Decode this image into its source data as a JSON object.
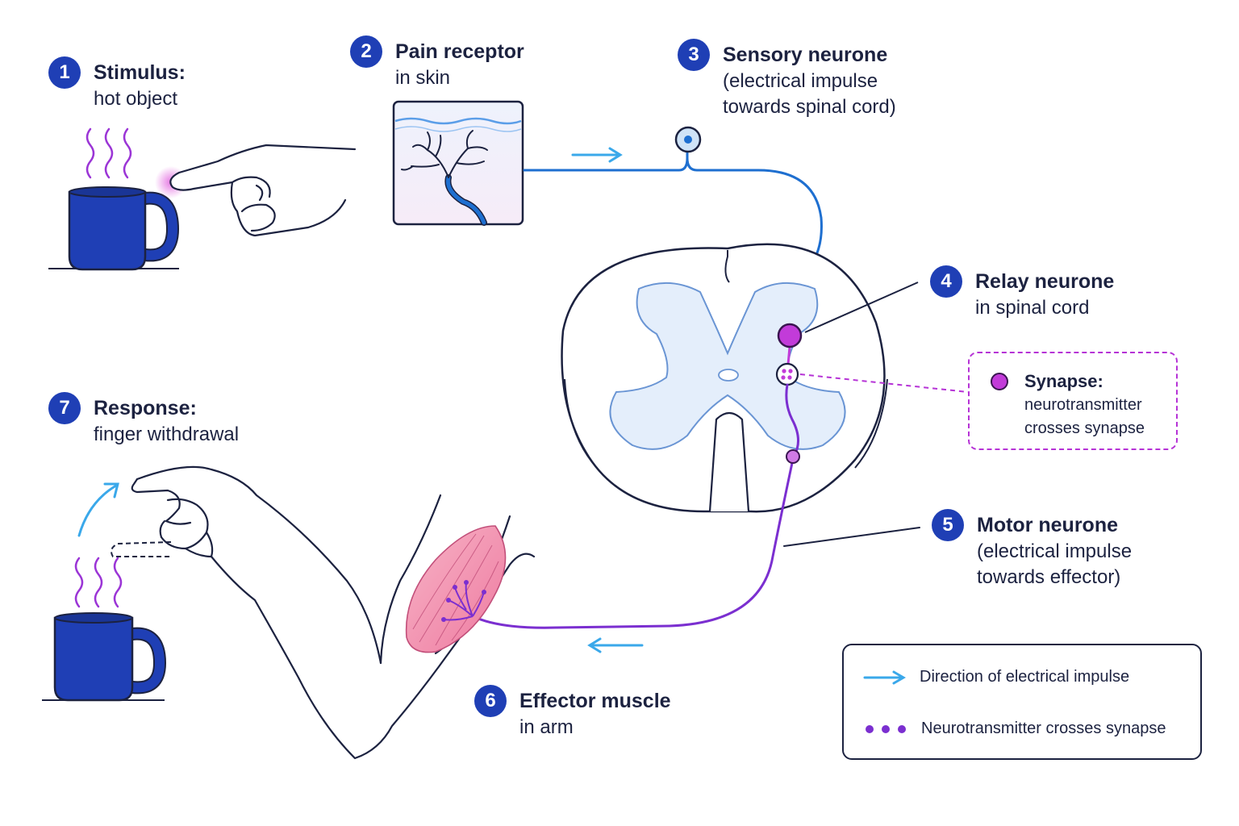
{
  "steps": [
    {
      "num": "1",
      "title": "Stimulus:",
      "lines": [
        "hot object"
      ]
    },
    {
      "num": "2",
      "title": "Pain receptor",
      "lines": [
        "in skin"
      ]
    },
    {
      "num": "3",
      "title": "Sensory neurone",
      "lines": [
        "(electrical impulse",
        "towards spinal cord)"
      ]
    },
    {
      "num": "4",
      "title": "Relay neurone",
      "lines": [
        "in spinal cord"
      ]
    },
    {
      "num": "5",
      "title": "Motor neurone",
      "lines": [
        "(electrical impulse",
        "towards effector)"
      ]
    },
    {
      "num": "6",
      "title": "Effector muscle",
      "lines": [
        "in arm"
      ]
    },
    {
      "num": "7",
      "title": "Response:",
      "lines": [
        "finger withdrawal"
      ]
    }
  ],
  "synapse_callout": {
    "title": "Synapse:",
    "lines": [
      "neurotransmitter",
      "crosses synapse"
    ]
  },
  "legend": {
    "impulse_label": "Direction of electrical impulse",
    "neurotransmitter_label": "Neurotransmitter crosses synapse"
  },
  "colors": {
    "badge": "#1f3fb5",
    "mug": "#1f3fb5",
    "sensory_neurone": "#1e6fd0",
    "impulse_arrow": "#3aa8ea",
    "relay_neurone": "#c23bd9",
    "motor_neurone": "#7b2fd0",
    "grey_matter": "#e4eefb",
    "muscle": "#f08aa8",
    "steam": "#9b35d6"
  },
  "icons": [
    "mug-icon",
    "hand-icon",
    "skin-receptor-icon",
    "spinal-cord-icon",
    "arm-icon",
    "muscle-icon",
    "arrow-icon"
  ]
}
